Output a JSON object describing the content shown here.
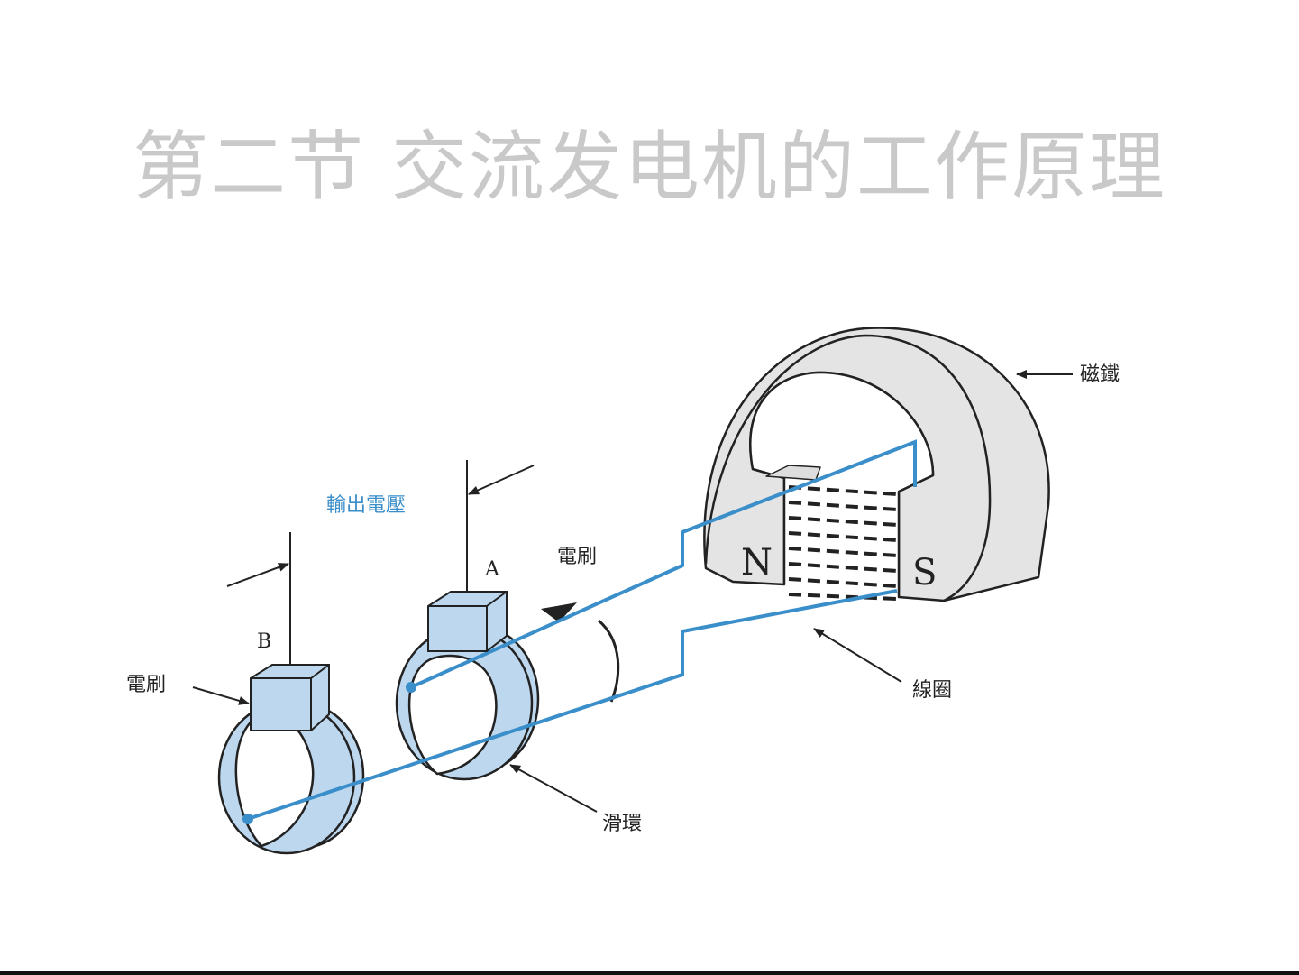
{
  "slide": {
    "title": "第二节  交流发电机的工作原理"
  },
  "diagram": {
    "labels": {
      "magnet": "磁鐵",
      "output_voltage": "輸出電壓",
      "brush_a": "電刷",
      "brush_b": "電刷",
      "terminal_a": "A",
      "terminal_b": "B",
      "north_pole": "N",
      "south_pole": "S",
      "coil": "線圈",
      "slip_ring": "滑環"
    },
    "colors": {
      "wire": "#3a8ec9",
      "ring_fill": "#bcd7ee",
      "magnet_fill": "#e4e4e4",
      "title": "#c9c9c9"
    }
  }
}
